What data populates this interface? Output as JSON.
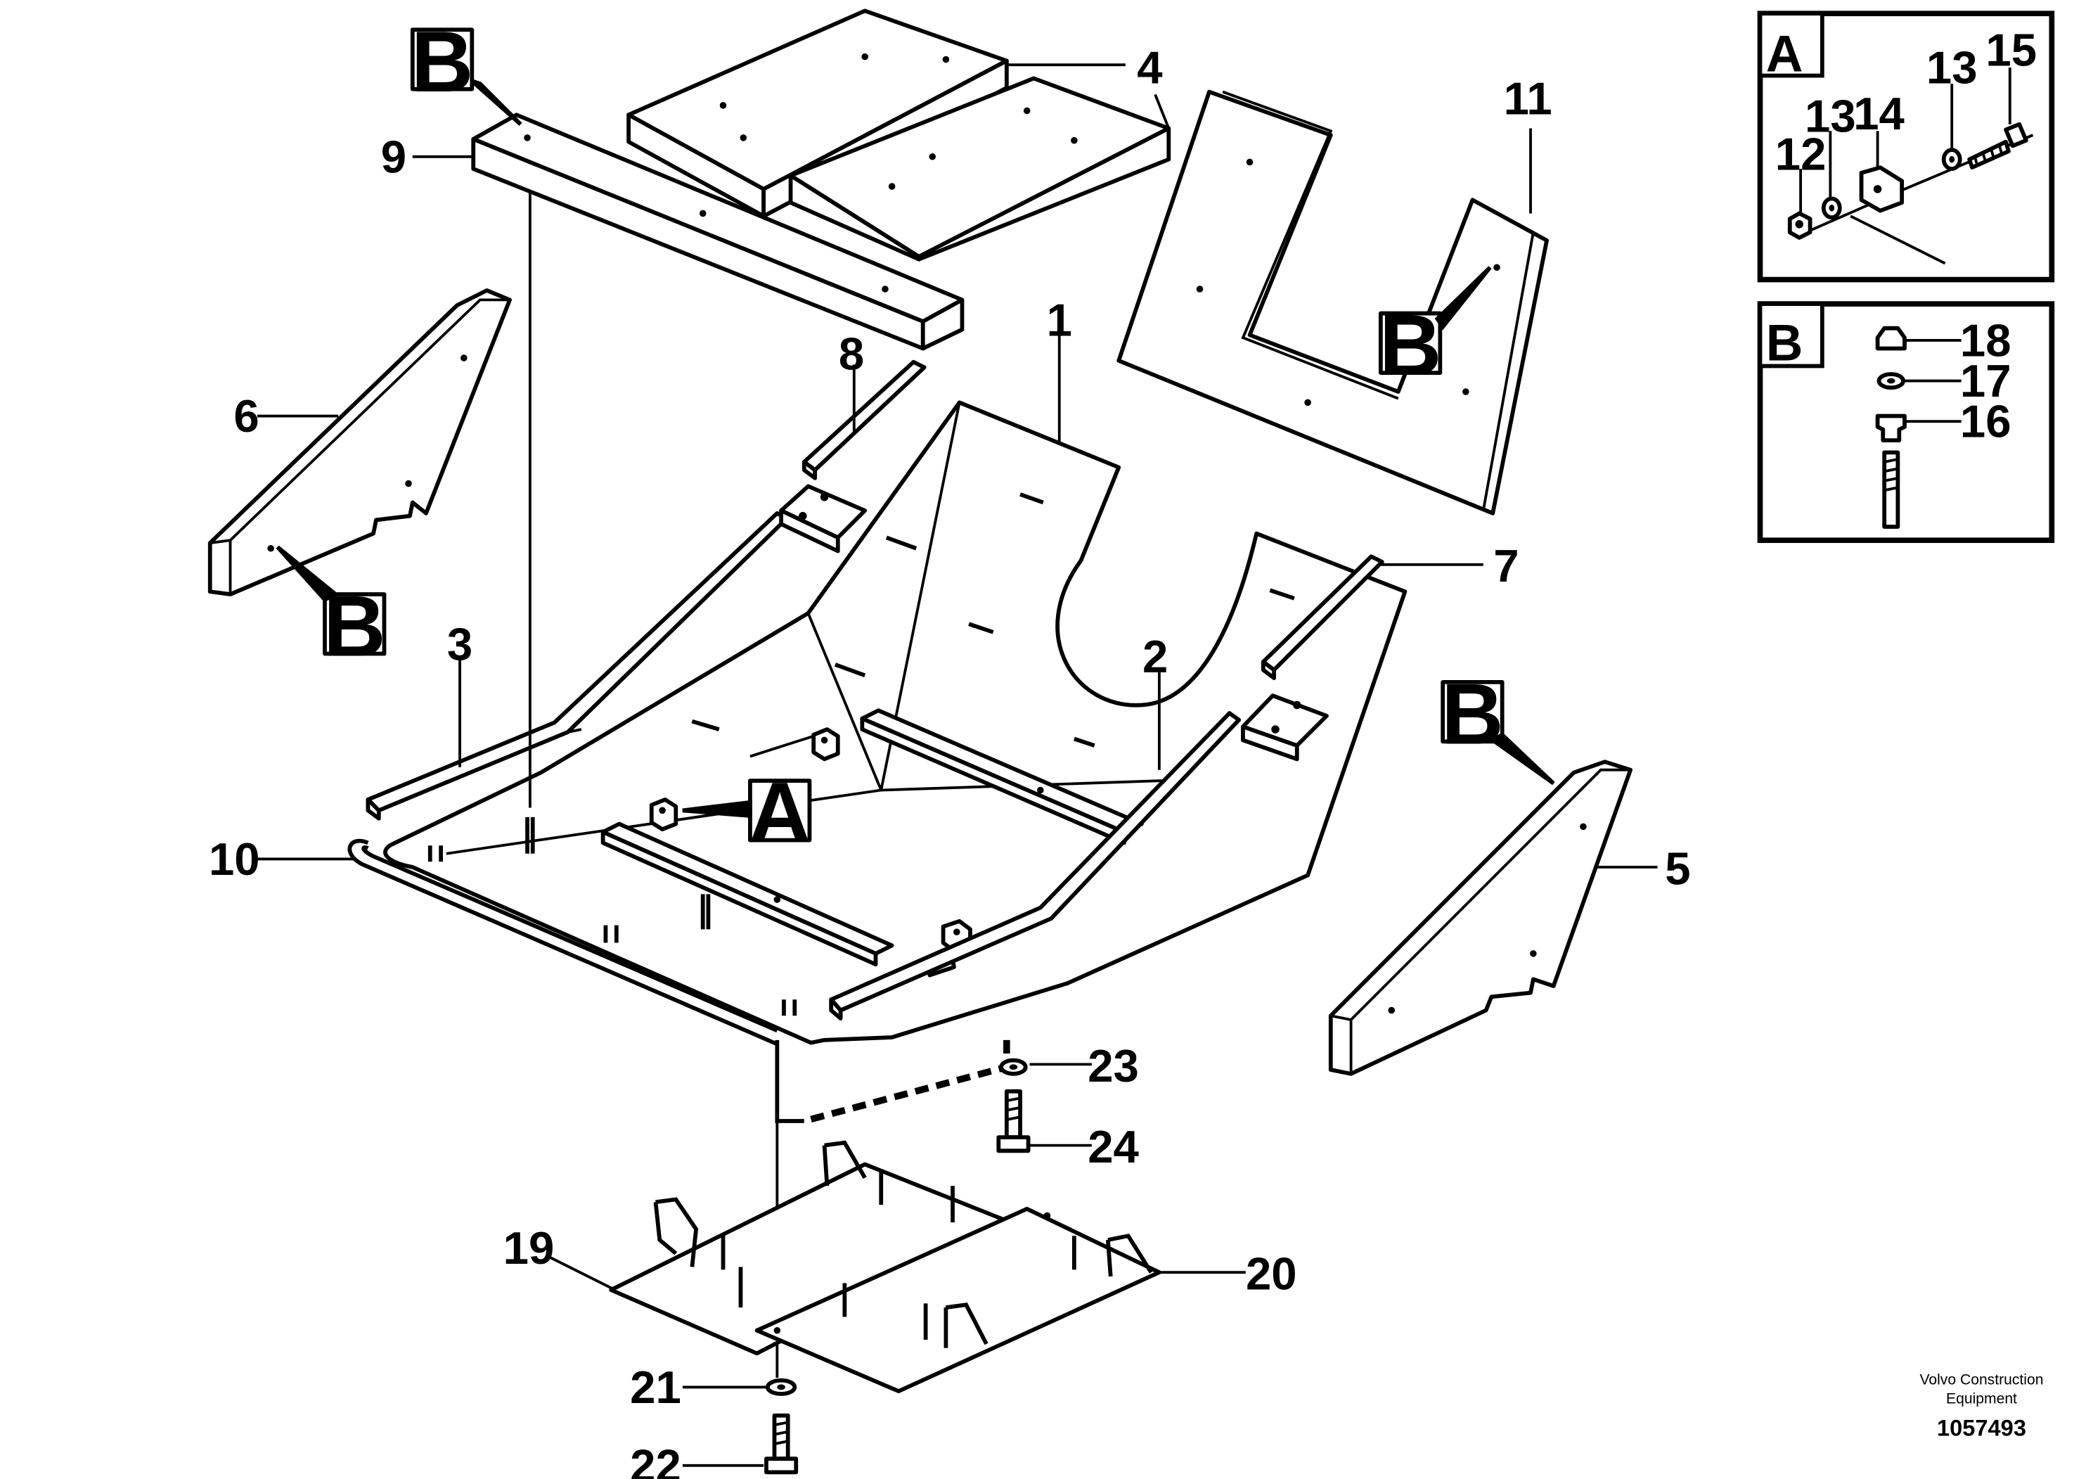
{
  "callouts": {
    "p1": "1",
    "p2": "2",
    "p3": "3",
    "p4": "4",
    "p5": "5",
    "p6": "6",
    "p7": "7",
    "p8": "8",
    "p9": "9",
    "p10": "10",
    "p11": "11",
    "p19": "19",
    "p20": "20",
    "p21": "21",
    "p22": "22",
    "p23": "23",
    "p24": "24"
  },
  "reference_labels": {
    "a_main": "A",
    "b_top": "B",
    "b_left": "B",
    "b_panel": "B",
    "b_right": "B"
  },
  "detail_a": {
    "header": "A",
    "items": {
      "n12": "12",
      "n13a": "13",
      "n14": "14",
      "n13b": "13",
      "n15": "15"
    }
  },
  "detail_b": {
    "header": "B",
    "items": {
      "n16": "16",
      "n17": "17",
      "n18": "18"
    }
  },
  "footer": {
    "company_line1": "Volvo Construction",
    "company_line2": "Equipment",
    "drawing_number": "1057493"
  }
}
